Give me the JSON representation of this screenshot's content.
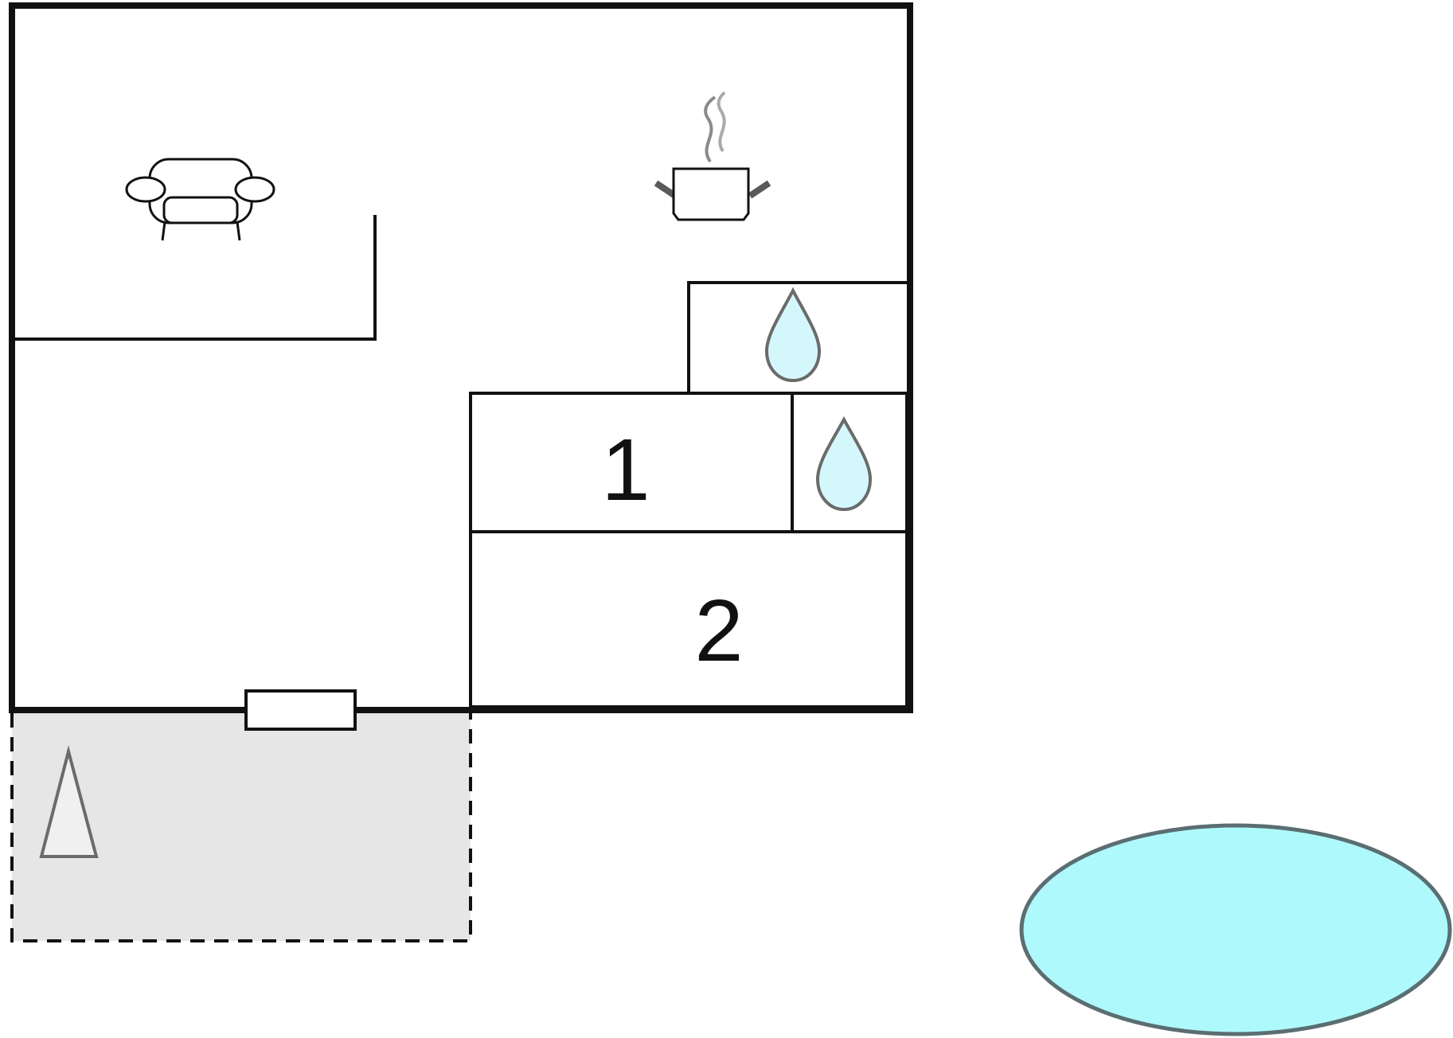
{
  "plan": {
    "rooms": [
      {
        "id": "bedroom-1",
        "label": "1"
      },
      {
        "id": "bedroom-2",
        "label": "2"
      }
    ],
    "icons": {
      "living_area": "sofa-icon",
      "kitchen": "cooking-pot-icon",
      "bathroom_upper": "water-drop-icon",
      "bathroom_lower": "water-drop-icon",
      "terrace": "tree-icon",
      "door": "door-icon",
      "pool": "pool-icon"
    },
    "colors": {
      "wall": "#111111",
      "water": "#d4f7fb",
      "pool": "#aef9fc",
      "terrace": "#e6e6e6",
      "tree": "#f0f0f0"
    }
  }
}
